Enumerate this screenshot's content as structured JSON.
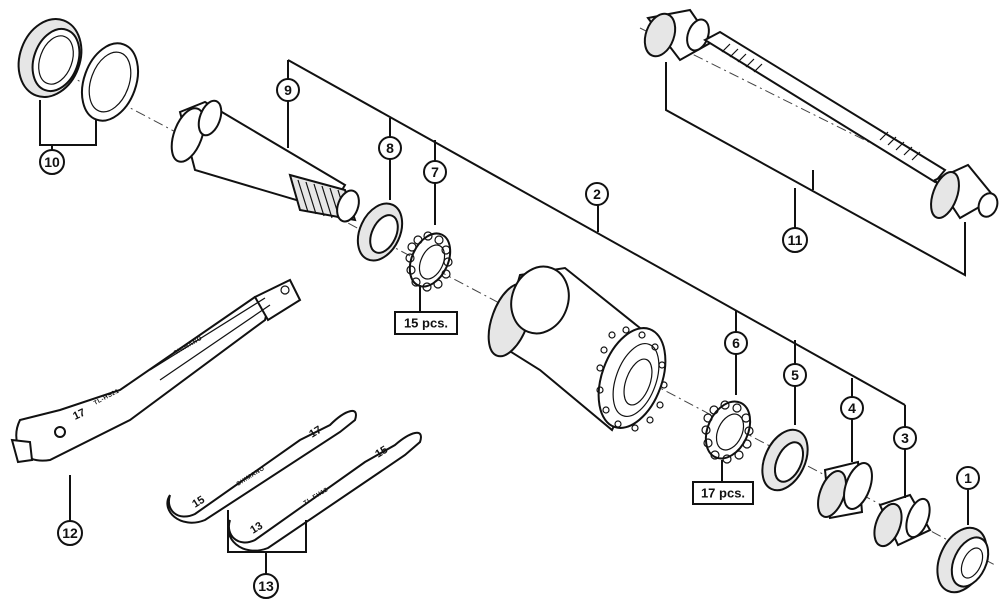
{
  "callouts": [
    "1",
    "2",
    "3",
    "4",
    "5",
    "6",
    "7",
    "8",
    "9",
    "10",
    "11",
    "12",
    "13"
  ],
  "quantities": {
    "bearings_left": "15 pcs.",
    "bearings_right": "17 pcs."
  },
  "tools": {
    "wrench_size_17": "17",
    "cone_wrench_a_size_a": "15",
    "cone_wrench_a_size_b": "17",
    "cone_wrench_b_size_a": "13",
    "cone_wrench_b_size_b": "15"
  },
  "brand": {
    "mark": "SHIMANO",
    "tool_model_a": "TL-HS21",
    "tool_model_b": "TL-FH12"
  }
}
